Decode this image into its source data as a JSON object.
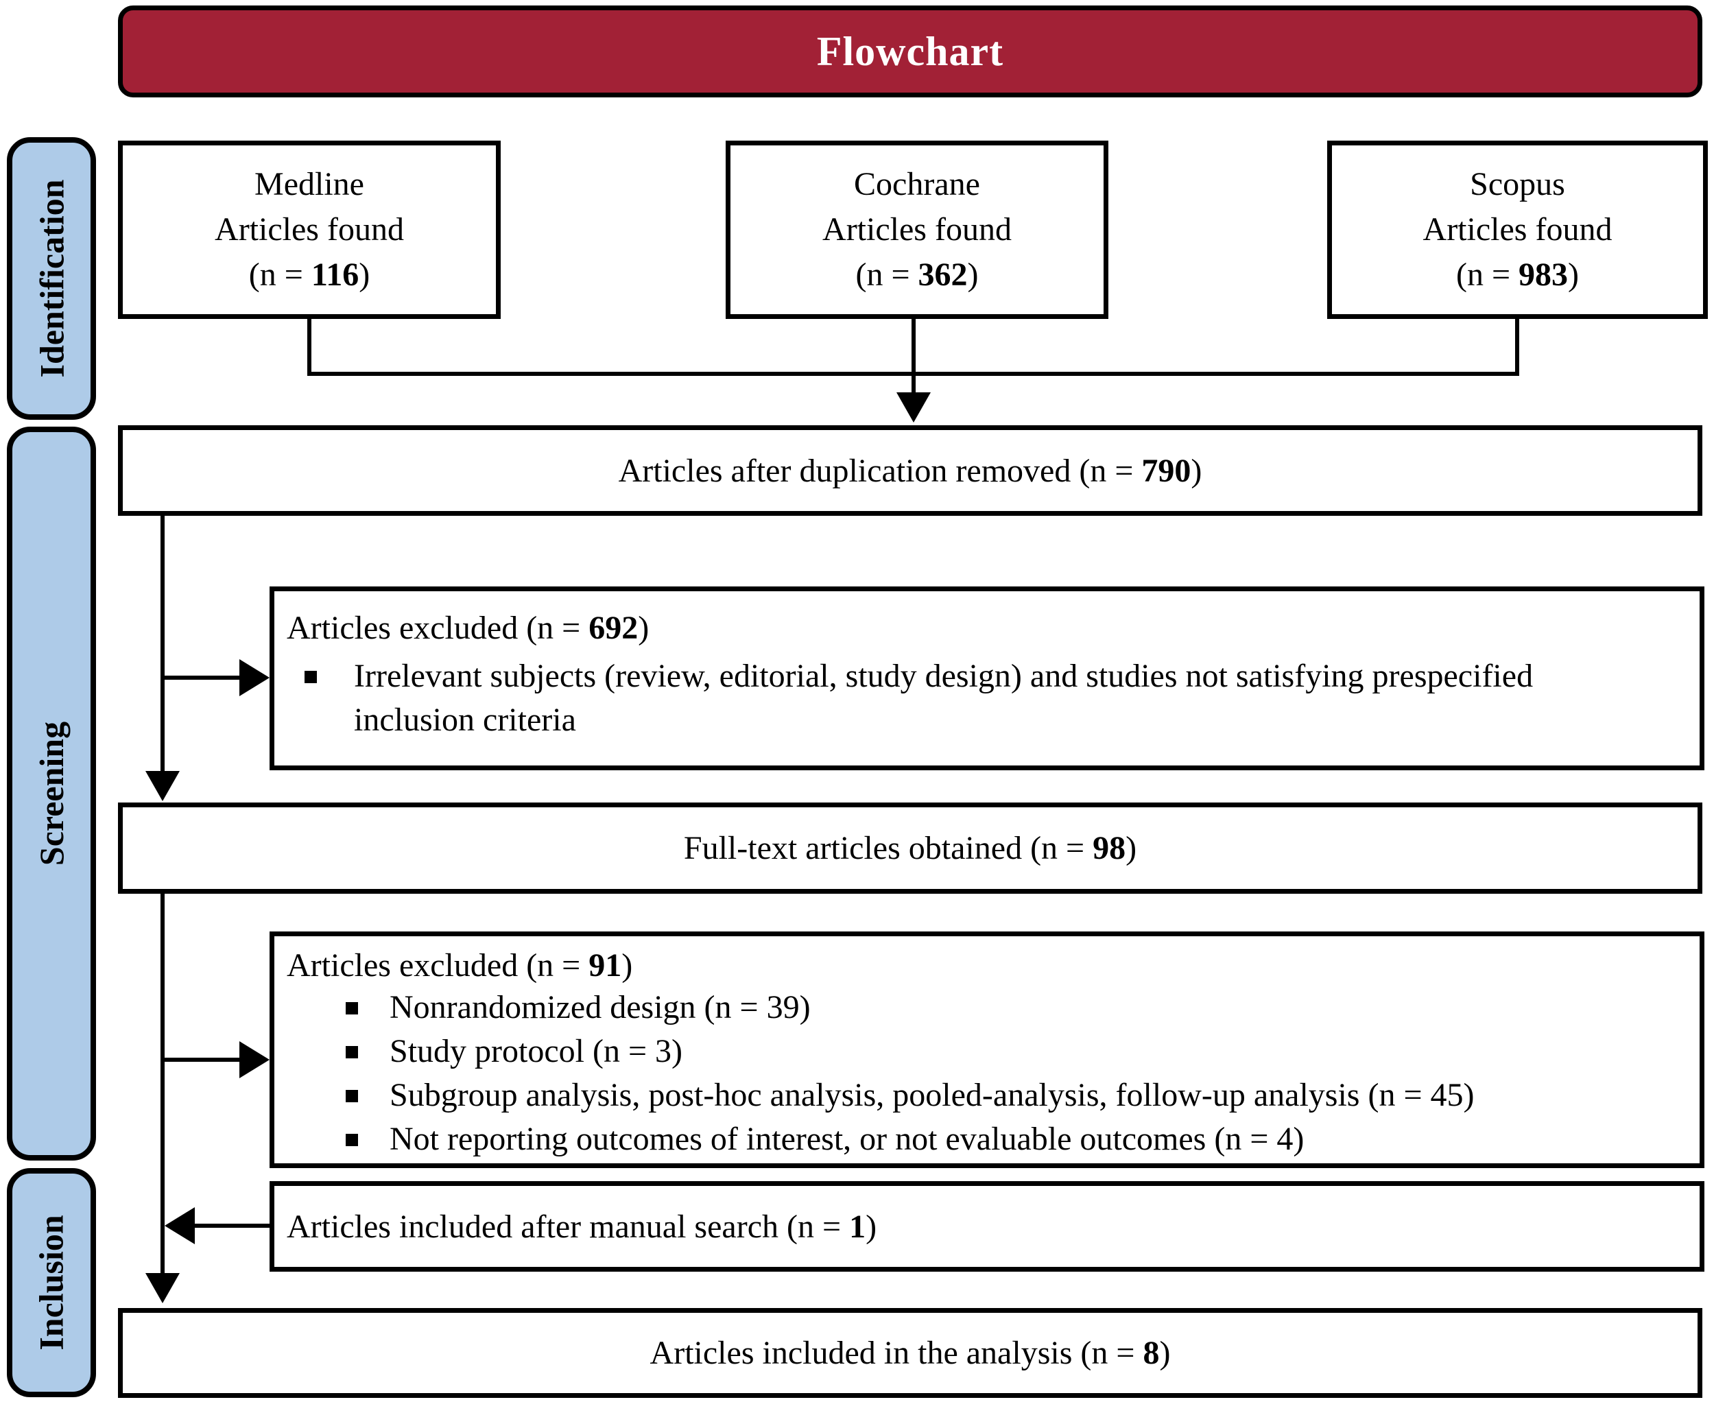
{
  "colors": {
    "banner_bg": "#a22136",
    "banner_text": "#ffffff",
    "sidebar_bg": "#aecbe8",
    "box_bg": "#ffffff",
    "border": "#000000",
    "text": "#000000"
  },
  "banner": {
    "label": "Flowchart"
  },
  "sidebar": {
    "items": [
      {
        "label": "Identification"
      },
      {
        "label": "Screening"
      },
      {
        "label": "Inclusion"
      }
    ]
  },
  "sources": [
    {
      "name": "Medline",
      "subtitle": "Articles found",
      "n_prefix": "(n = ",
      "n": "116",
      "n_suffix": ")"
    },
    {
      "name": "Cochrane",
      "subtitle": "Articles found",
      "n_prefix": "(n = ",
      "n": "362",
      "n_suffix": ")"
    },
    {
      "name": "Scopus",
      "subtitle": "Articles found",
      "n_prefix": "(n = ",
      "n": "983",
      "n_suffix": ")"
    }
  ],
  "dedup": {
    "prefix": "Articles after duplication removed (n = ",
    "n": "790",
    "suffix": ")"
  },
  "excluded_screening": {
    "title_prefix": "Articles excluded (n = ",
    "n": "692",
    "title_suffix": ")",
    "bullets": [
      {
        "text": "Irrelevant subjects (review, editorial, study design) and studies not satisfying prespecified inclusion criteria"
      }
    ]
  },
  "fulltext": {
    "prefix": "Full-text articles obtained (n = ",
    "n": "98",
    "suffix": ")"
  },
  "excluded_fulltext": {
    "title_prefix": "Articles excluded (n = ",
    "n": "91",
    "title_suffix": ")",
    "bullets": [
      {
        "text": "Nonrandomized design (n = 39)"
      },
      {
        "text": "Study protocol (n = 3)"
      },
      {
        "text": "Subgroup analysis, post-hoc analysis, pooled-analysis, follow-up analysis (n = 45)"
      },
      {
        "text": "Not reporting outcomes of interest, or not evaluable outcomes (n = 4)"
      }
    ]
  },
  "manual": {
    "prefix": "Articles included after manual search (n = ",
    "n": "1",
    "suffix": ")"
  },
  "included": {
    "prefix": "Articles included in the analysis (n = ",
    "n": "8",
    "suffix": ")"
  }
}
